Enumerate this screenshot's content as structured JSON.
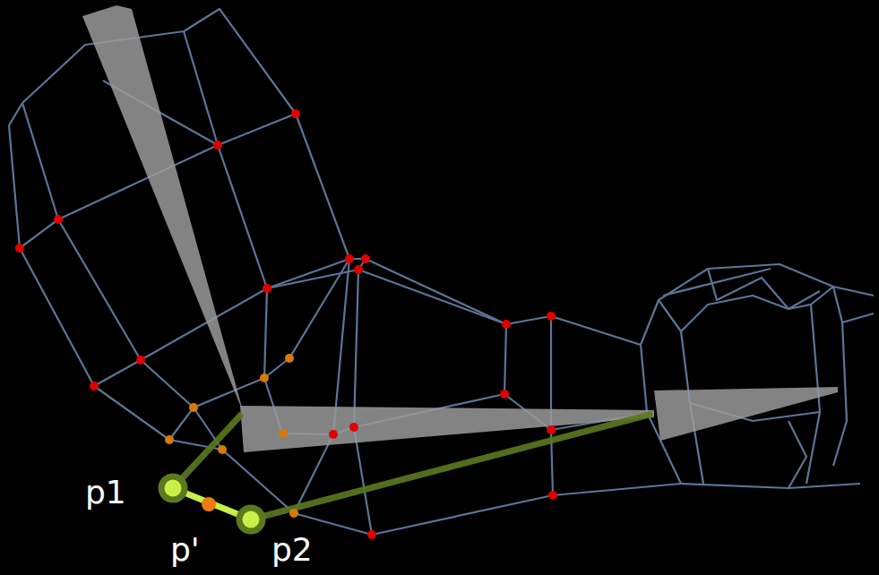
{
  "diagram": {
    "labels": [
      "p1",
      "p'",
      "p2"
    ]
  }
}
